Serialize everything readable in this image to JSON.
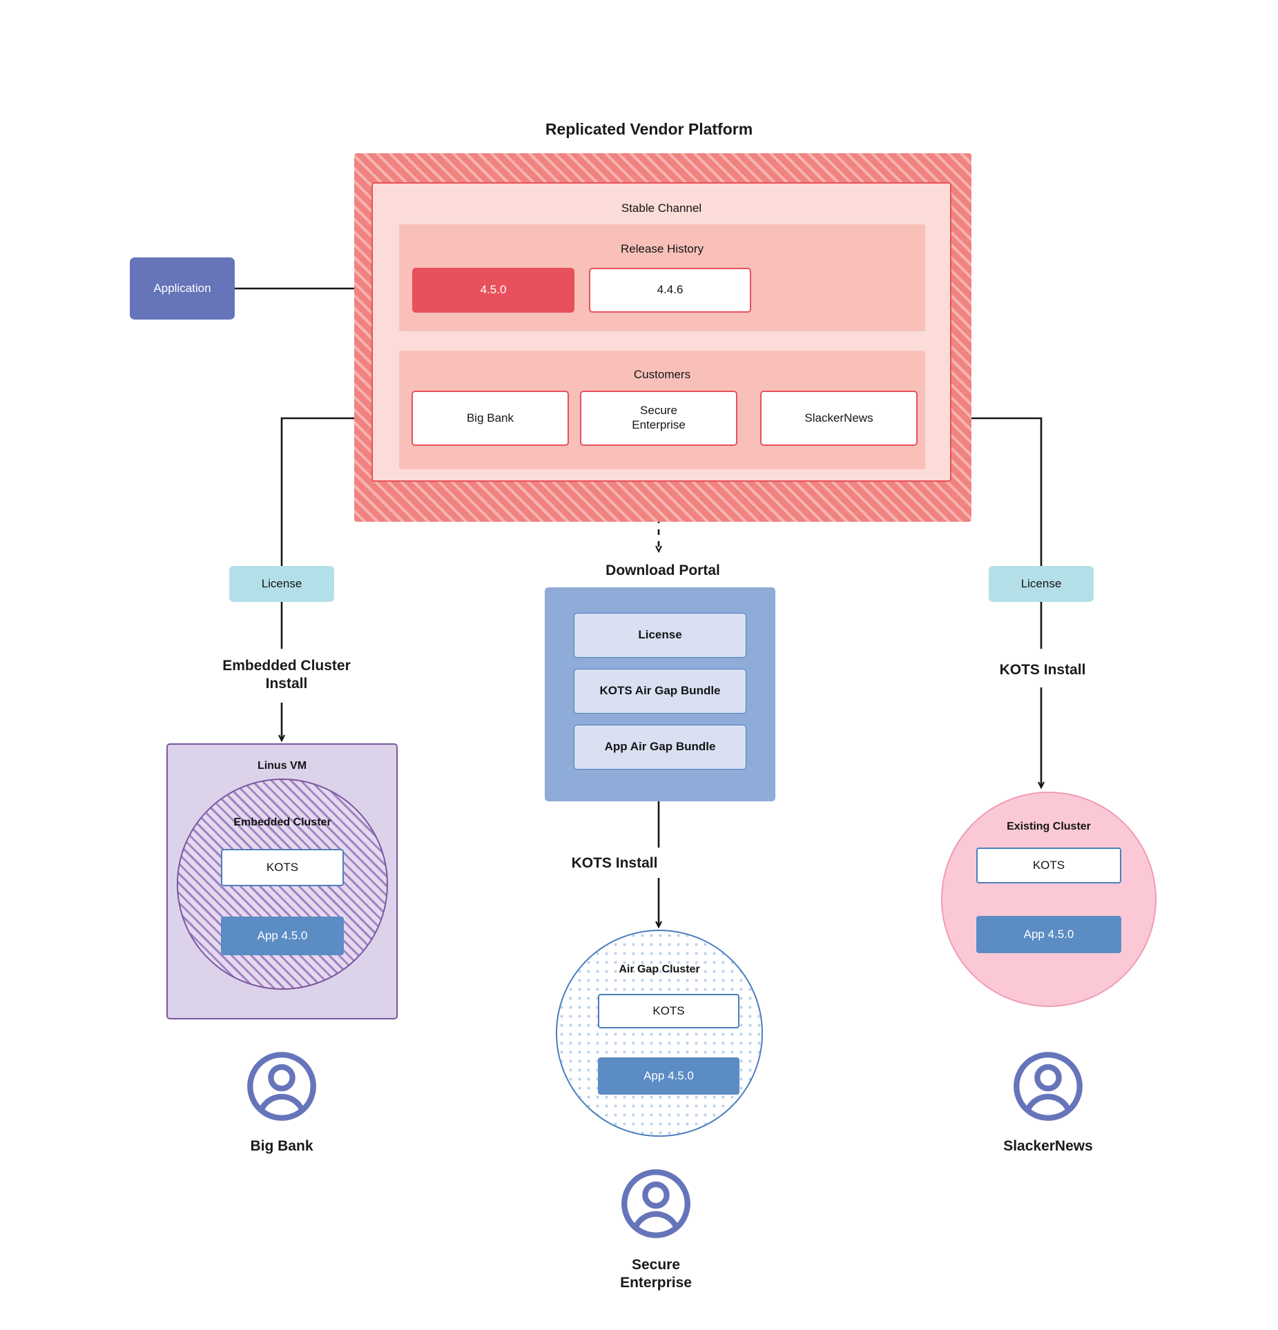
{
  "diagram": {
    "title": "Replicated Vendor Platform",
    "source": {
      "application_label": "Application"
    },
    "platform": {
      "channel_label": "Stable Channel",
      "release_history": {
        "label": "Release History",
        "releases": [
          {
            "version": "4.5.0",
            "state": "current"
          },
          {
            "version": "4.4.6",
            "state": "previous"
          }
        ]
      },
      "customers": {
        "label": "Customers",
        "items": [
          {
            "name": "Big Bank"
          },
          {
            "name": "Secure\nEnterprise"
          },
          {
            "name": "SlackerNews"
          }
        ]
      }
    },
    "licenses": {
      "left_label": "License",
      "right_label": "License"
    },
    "flows": {
      "embedded_install": "Embedded Cluster\nInstall",
      "kots_install_right": "KOTS Install",
      "kots_install_middle": "KOTS Install"
    },
    "branches": {
      "left": {
        "host_label": "Linus VM",
        "cluster_label": "Embedded Cluster",
        "kots_label": "KOTS",
        "app_label": "App 4.5.0",
        "customer_label": "Big Bank",
        "avatar_icon": "user-avatar-icon"
      },
      "middle": {
        "portal_title": "Download  Portal",
        "portal_items": [
          "License",
          "KOTS Air Gap Bundle",
          "App Air Gap Bundle"
        ],
        "cluster_label": "Air Gap Cluster",
        "kots_label": "KOTS",
        "app_label": "App 4.5.0",
        "customer_label": "Secure\nEnterprise",
        "avatar_icon": "user-avatar-icon"
      },
      "right": {
        "cluster_label": "Existing Cluster",
        "kots_label": "KOTS",
        "app_label": "App 4.5.0",
        "customer_label": "SlackerNews",
        "avatar_icon": "user-avatar-icon"
      }
    },
    "colors": {
      "platform_hatch": "#f0837f",
      "channel_bg": "#fbdcd8",
      "section_bg": "#f9c0ba",
      "accent_red": "#e8505b",
      "application_blue": "#6674ba",
      "license_teal": "#b3e0e8",
      "portal_blue": "#8fabd8",
      "app_blue": "#5b8cc4",
      "kots_border": "#4a7fbd",
      "vm_purple": "#7b569f",
      "vm_bg": "#dcd2ea",
      "existing_pink": "#fbc9d6",
      "avatar_purple": "#6674ba"
    }
  }
}
